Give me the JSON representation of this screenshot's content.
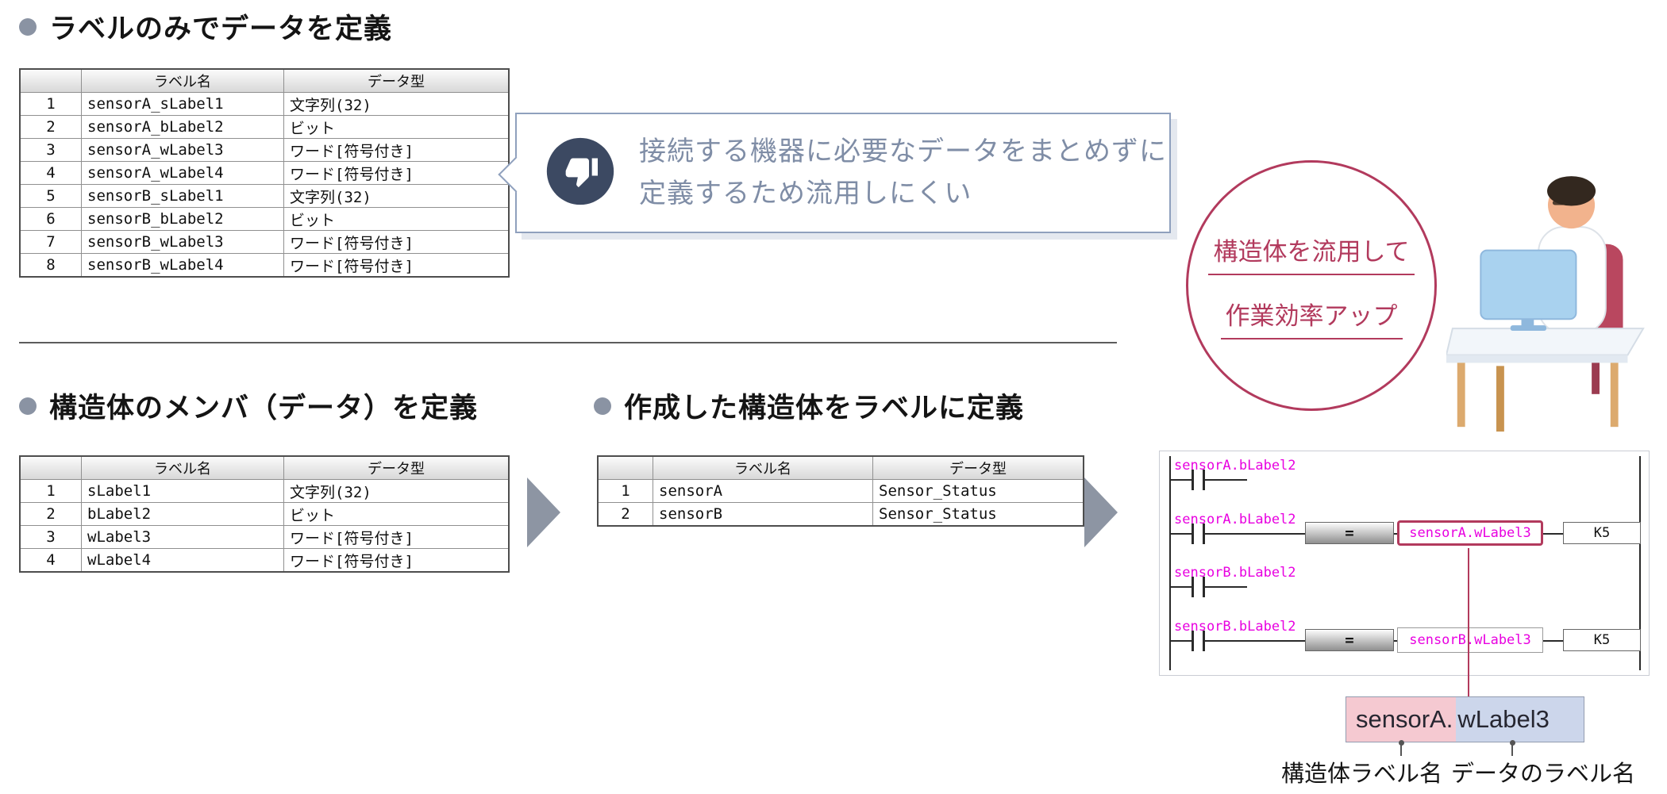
{
  "colors": {
    "accent_crimson": "#b23a5d",
    "ladder_magenta": "#e800e0",
    "callout_text": "#7f8da6",
    "callout_border": "#8fa0bd",
    "icon_circle": "#3c4962"
  },
  "sections": {
    "labels_only": {
      "heading": "ラベルのみでデータを定義"
    },
    "struct_members": {
      "heading": "構造体のメンバ（データ）を定義"
    },
    "struct_assign": {
      "heading": "作成した構造体をラベルに定義"
    }
  },
  "table_headers": {
    "label": "ラベル名",
    "type": "データ型"
  },
  "table_labels_only": {
    "rows": [
      {
        "no": "1",
        "label": "sensorA_sLabel1",
        "type": "文字列(32)"
      },
      {
        "no": "2",
        "label": "sensorA_bLabel2",
        "type": "ビット"
      },
      {
        "no": "3",
        "label": "sensorA_wLabel3",
        "type": "ワード[符号付き]"
      },
      {
        "no": "4",
        "label": "sensorA_wLabel4",
        "type": "ワード[符号付き]"
      },
      {
        "no": "5",
        "label": "sensorB_sLabel1",
        "type": "文字列(32)"
      },
      {
        "no": "6",
        "label": "sensorB_bLabel2",
        "type": "ビット"
      },
      {
        "no": "7",
        "label": "sensorB_wLabel3",
        "type": "ワード[符号付き]"
      },
      {
        "no": "8",
        "label": "sensorB_wLabel4",
        "type": "ワード[符号付き]"
      }
    ]
  },
  "table_struct_members": {
    "rows": [
      {
        "no": "1",
        "label": "sLabel1",
        "type": "文字列(32)"
      },
      {
        "no": "2",
        "label": "bLabel2",
        "type": "ビット"
      },
      {
        "no": "3",
        "label": "wLabel3",
        "type": "ワード[符号付き]"
      },
      {
        "no": "4",
        "label": "wLabel4",
        "type": "ワード[符号付き]"
      }
    ]
  },
  "table_struct_assign": {
    "rows": [
      {
        "no": "1",
        "label": "sensorA",
        "type": "Sensor_Status"
      },
      {
        "no": "2",
        "label": "sensorB",
        "type": "Sensor_Status"
      }
    ]
  },
  "callout": {
    "line1": "接続する機器に必要なデータをまとめずに",
    "line2": "定義するため流用しにくい"
  },
  "benefit_circle": {
    "line1": "構造体を流用して",
    "line2": "作業効率アップ"
  },
  "ladder": {
    "rungs": [
      {
        "label": "sensorA.bLabel2"
      },
      {
        "label": "sensorA.bLabel2",
        "op": "=",
        "operand": "sensorA.wLabel3",
        "k": "K5"
      },
      {
        "label": "sensorB.bLabel2"
      },
      {
        "label": "sensorB.bLabel2",
        "op": "=",
        "operand": "sensorB.wLabel3",
        "k": "K5"
      }
    ]
  },
  "detail_box": {
    "struct_part": "sensorA.",
    "member_part": "wLabel3",
    "caption_struct": "構造体ラベル名",
    "caption_member": "データのラベル名"
  }
}
